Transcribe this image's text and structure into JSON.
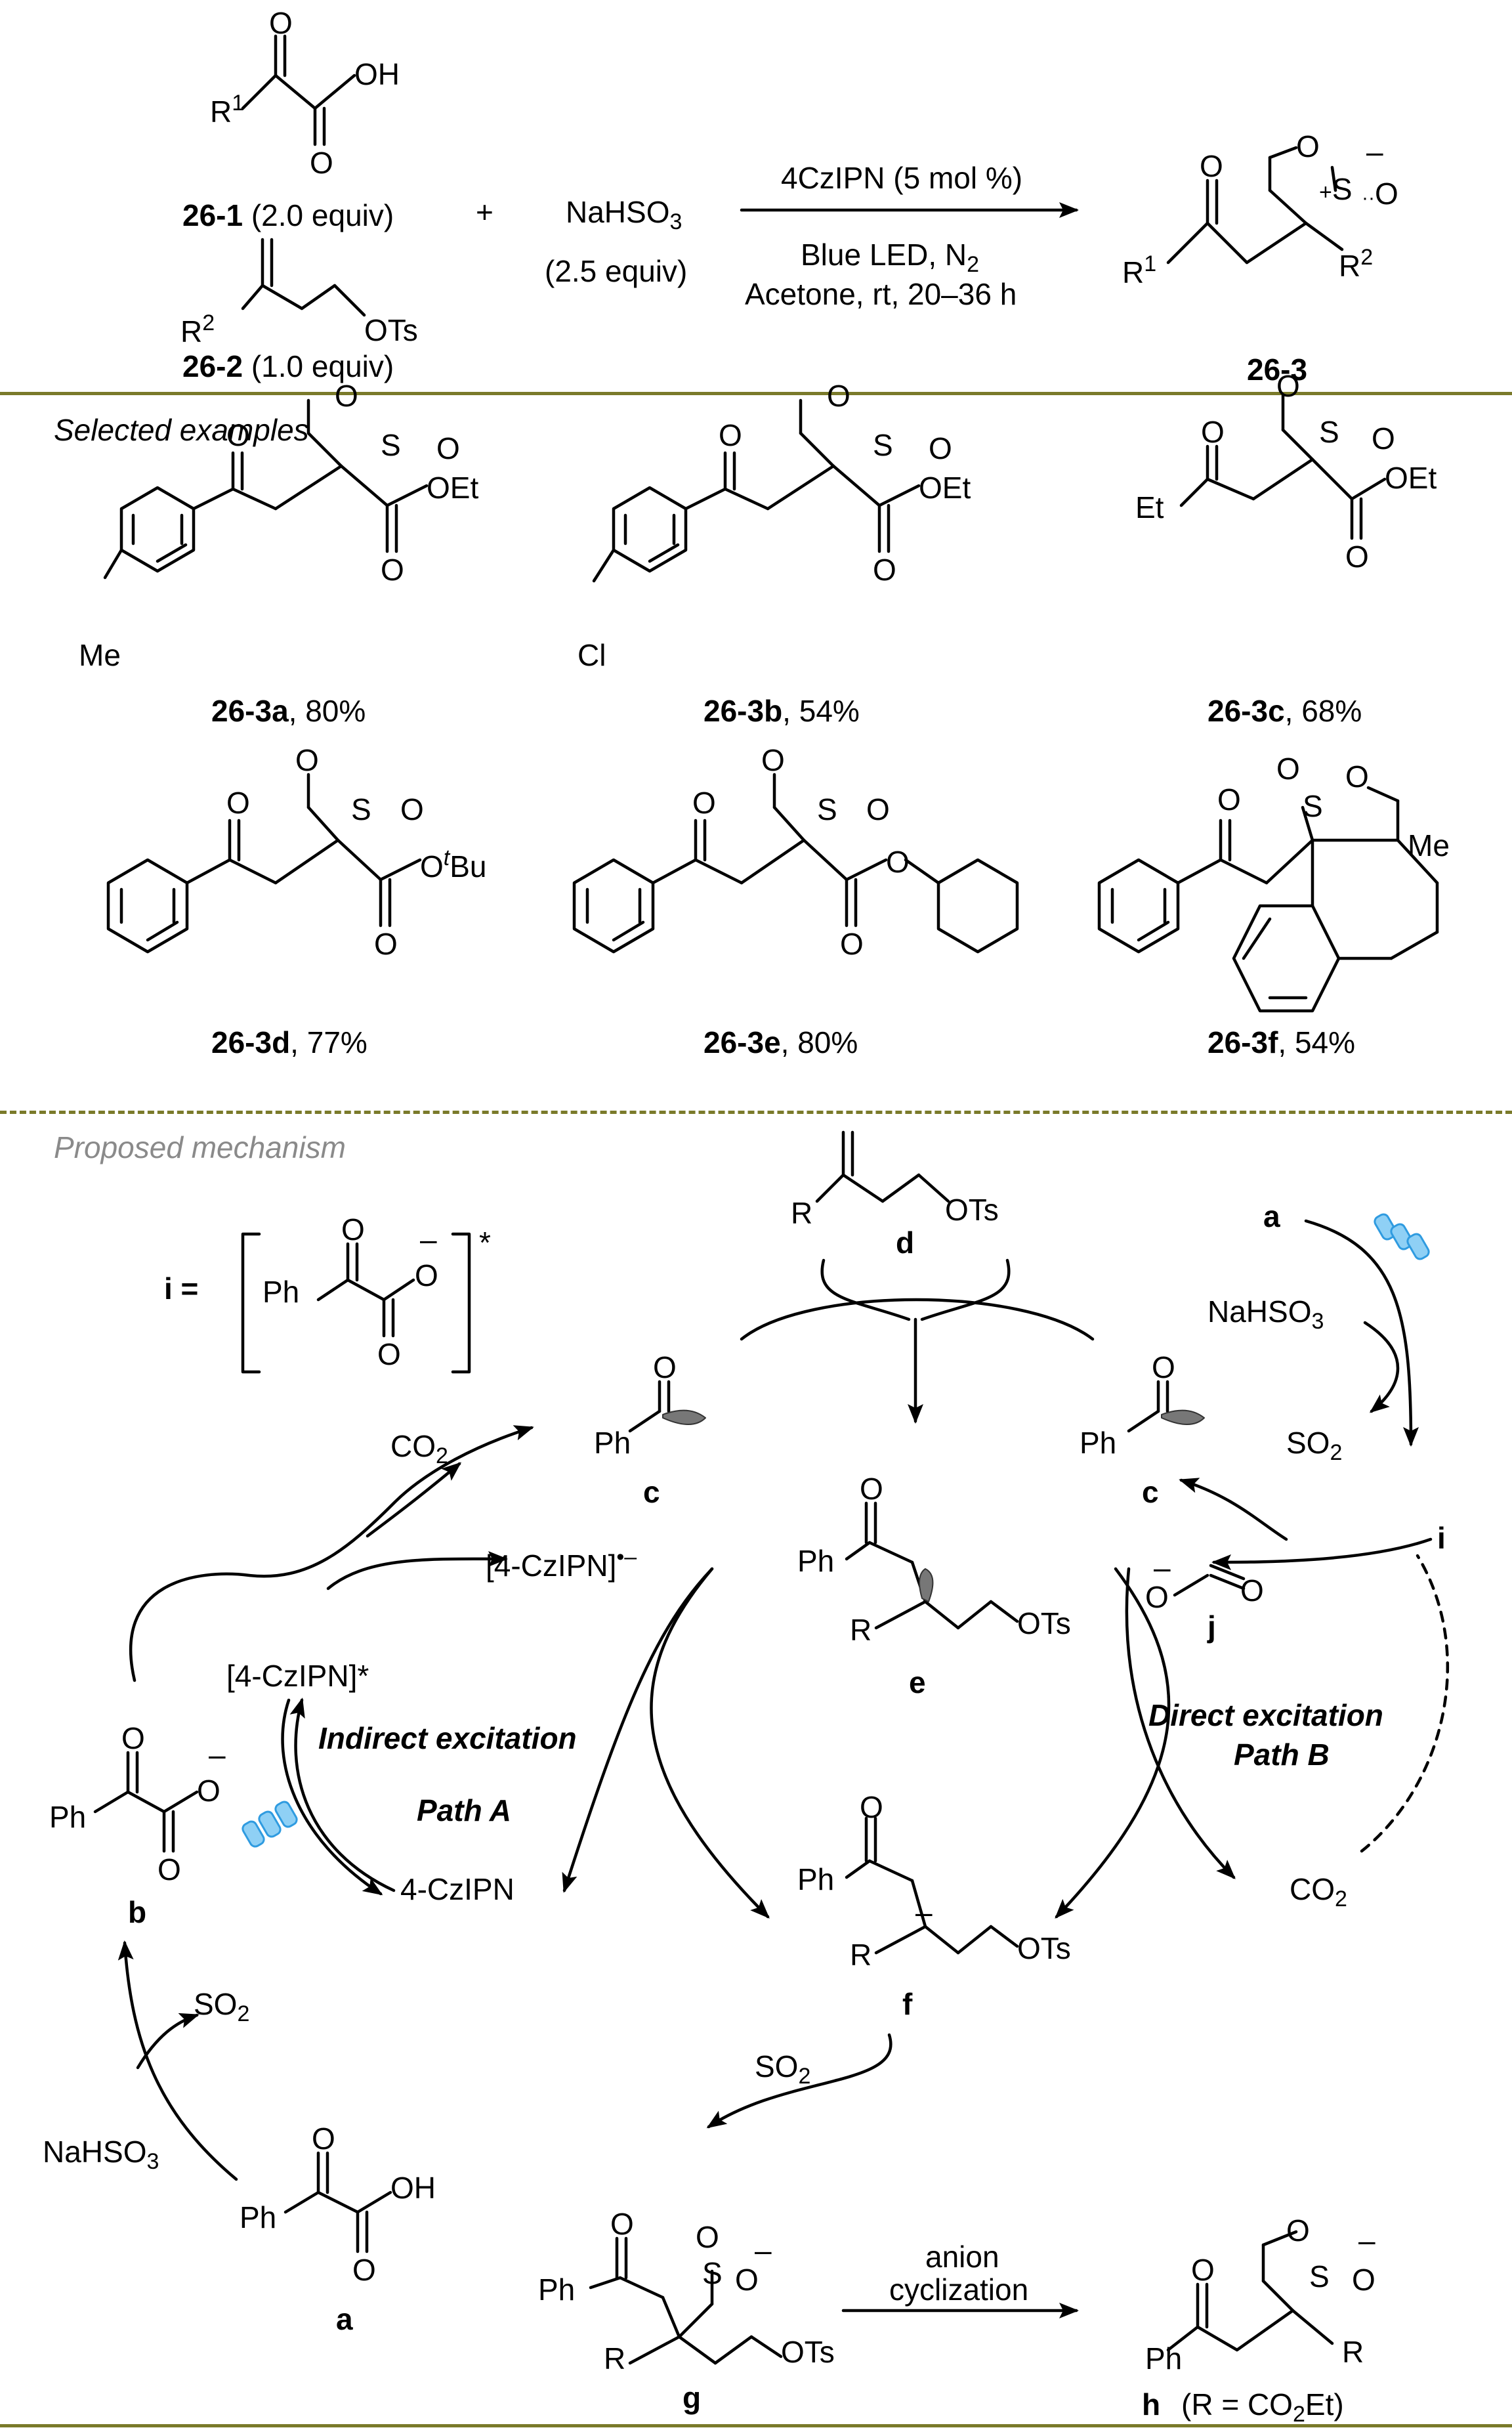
{
  "reaction": {
    "reagent1_label": "26-1",
    "reagent1_equiv": " (2.0 equiv)",
    "reagent2_label": "26-2",
    "reagent2_equiv": " (1.0 equiv)",
    "plus": "+",
    "nahso3": "NaHSO",
    "nahso3_sub": "3",
    "nahso3_equiv": "(2.5 equiv)",
    "catalyst": "4CzIPN (5 mol %)",
    "light": "Blue LED, N",
    "light_sub": "2",
    "solvent": "Acetone, rt, 20–36 h",
    "product_label": "26-3",
    "atoms": {
      "O": "O",
      "OH": "OH",
      "R1": "R",
      "sup1": "1",
      "R2": "R",
      "sup2": "2",
      "OTs": "OTs",
      "S": "S",
      "plus": "+",
      "minus": "–",
      "dots": "··"
    }
  },
  "examples": {
    "header": "Selected examples",
    "items": [
      {
        "label": "26-3a",
        "yield": ", 80%",
        "sub1": "Me",
        "ester": "OEt"
      },
      {
        "label": "26-3b",
        "yield": ", 54%",
        "sub1": "Cl",
        "ester": "OEt"
      },
      {
        "label": "26-3c",
        "yield": ", 68%",
        "sub1": "Et",
        "ester": "OEt"
      },
      {
        "label": "26-3d",
        "yield": ", 77%",
        "ester": "O",
        "ester_sup": "t",
        "ester2": "Bu"
      },
      {
        "label": "26-3e",
        "yield": ", 80%",
        "ester": "O"
      },
      {
        "label": "26-3f",
        "yield": ", 54%",
        "sub1": "Me"
      }
    ]
  },
  "mechanism": {
    "header": "Proposed mechanism",
    "i_def": "i =",
    "i_ph": "Ph",
    "i_star": "*",
    "labels": {
      "a": "a",
      "b": "b",
      "c": "c",
      "d": "d",
      "e": "e",
      "f": "f",
      "g": "g",
      "h": "h",
      "i": "i",
      "j": "j"
    },
    "nahso3": "NaHSO",
    "sub3": "3",
    "so2": "SO",
    "sub2": "2",
    "co2": "CO",
    "czipn_star": "[4-CzIPN]*",
    "czipn_rad": "[4-CzIPN]",
    "czipn_rad_sup": "•–",
    "czipn": "4-CzIPN",
    "indirect": "Indirect excitation",
    "path_a": "Path A",
    "direct": "Direct excitation",
    "path_b": "Path B",
    "anion": "anion",
    "cyclization": "cyclization",
    "ph": "Ph",
    "r": "R",
    "otts": "OTs",
    "h_note": "(R = CO",
    "h_note_sub": "2",
    "h_note_end": "Et)"
  },
  "colors": {
    "rule": "#7a7a2a",
    "led": "#2f9be0",
    "gray_text": "#8a8a8a"
  }
}
